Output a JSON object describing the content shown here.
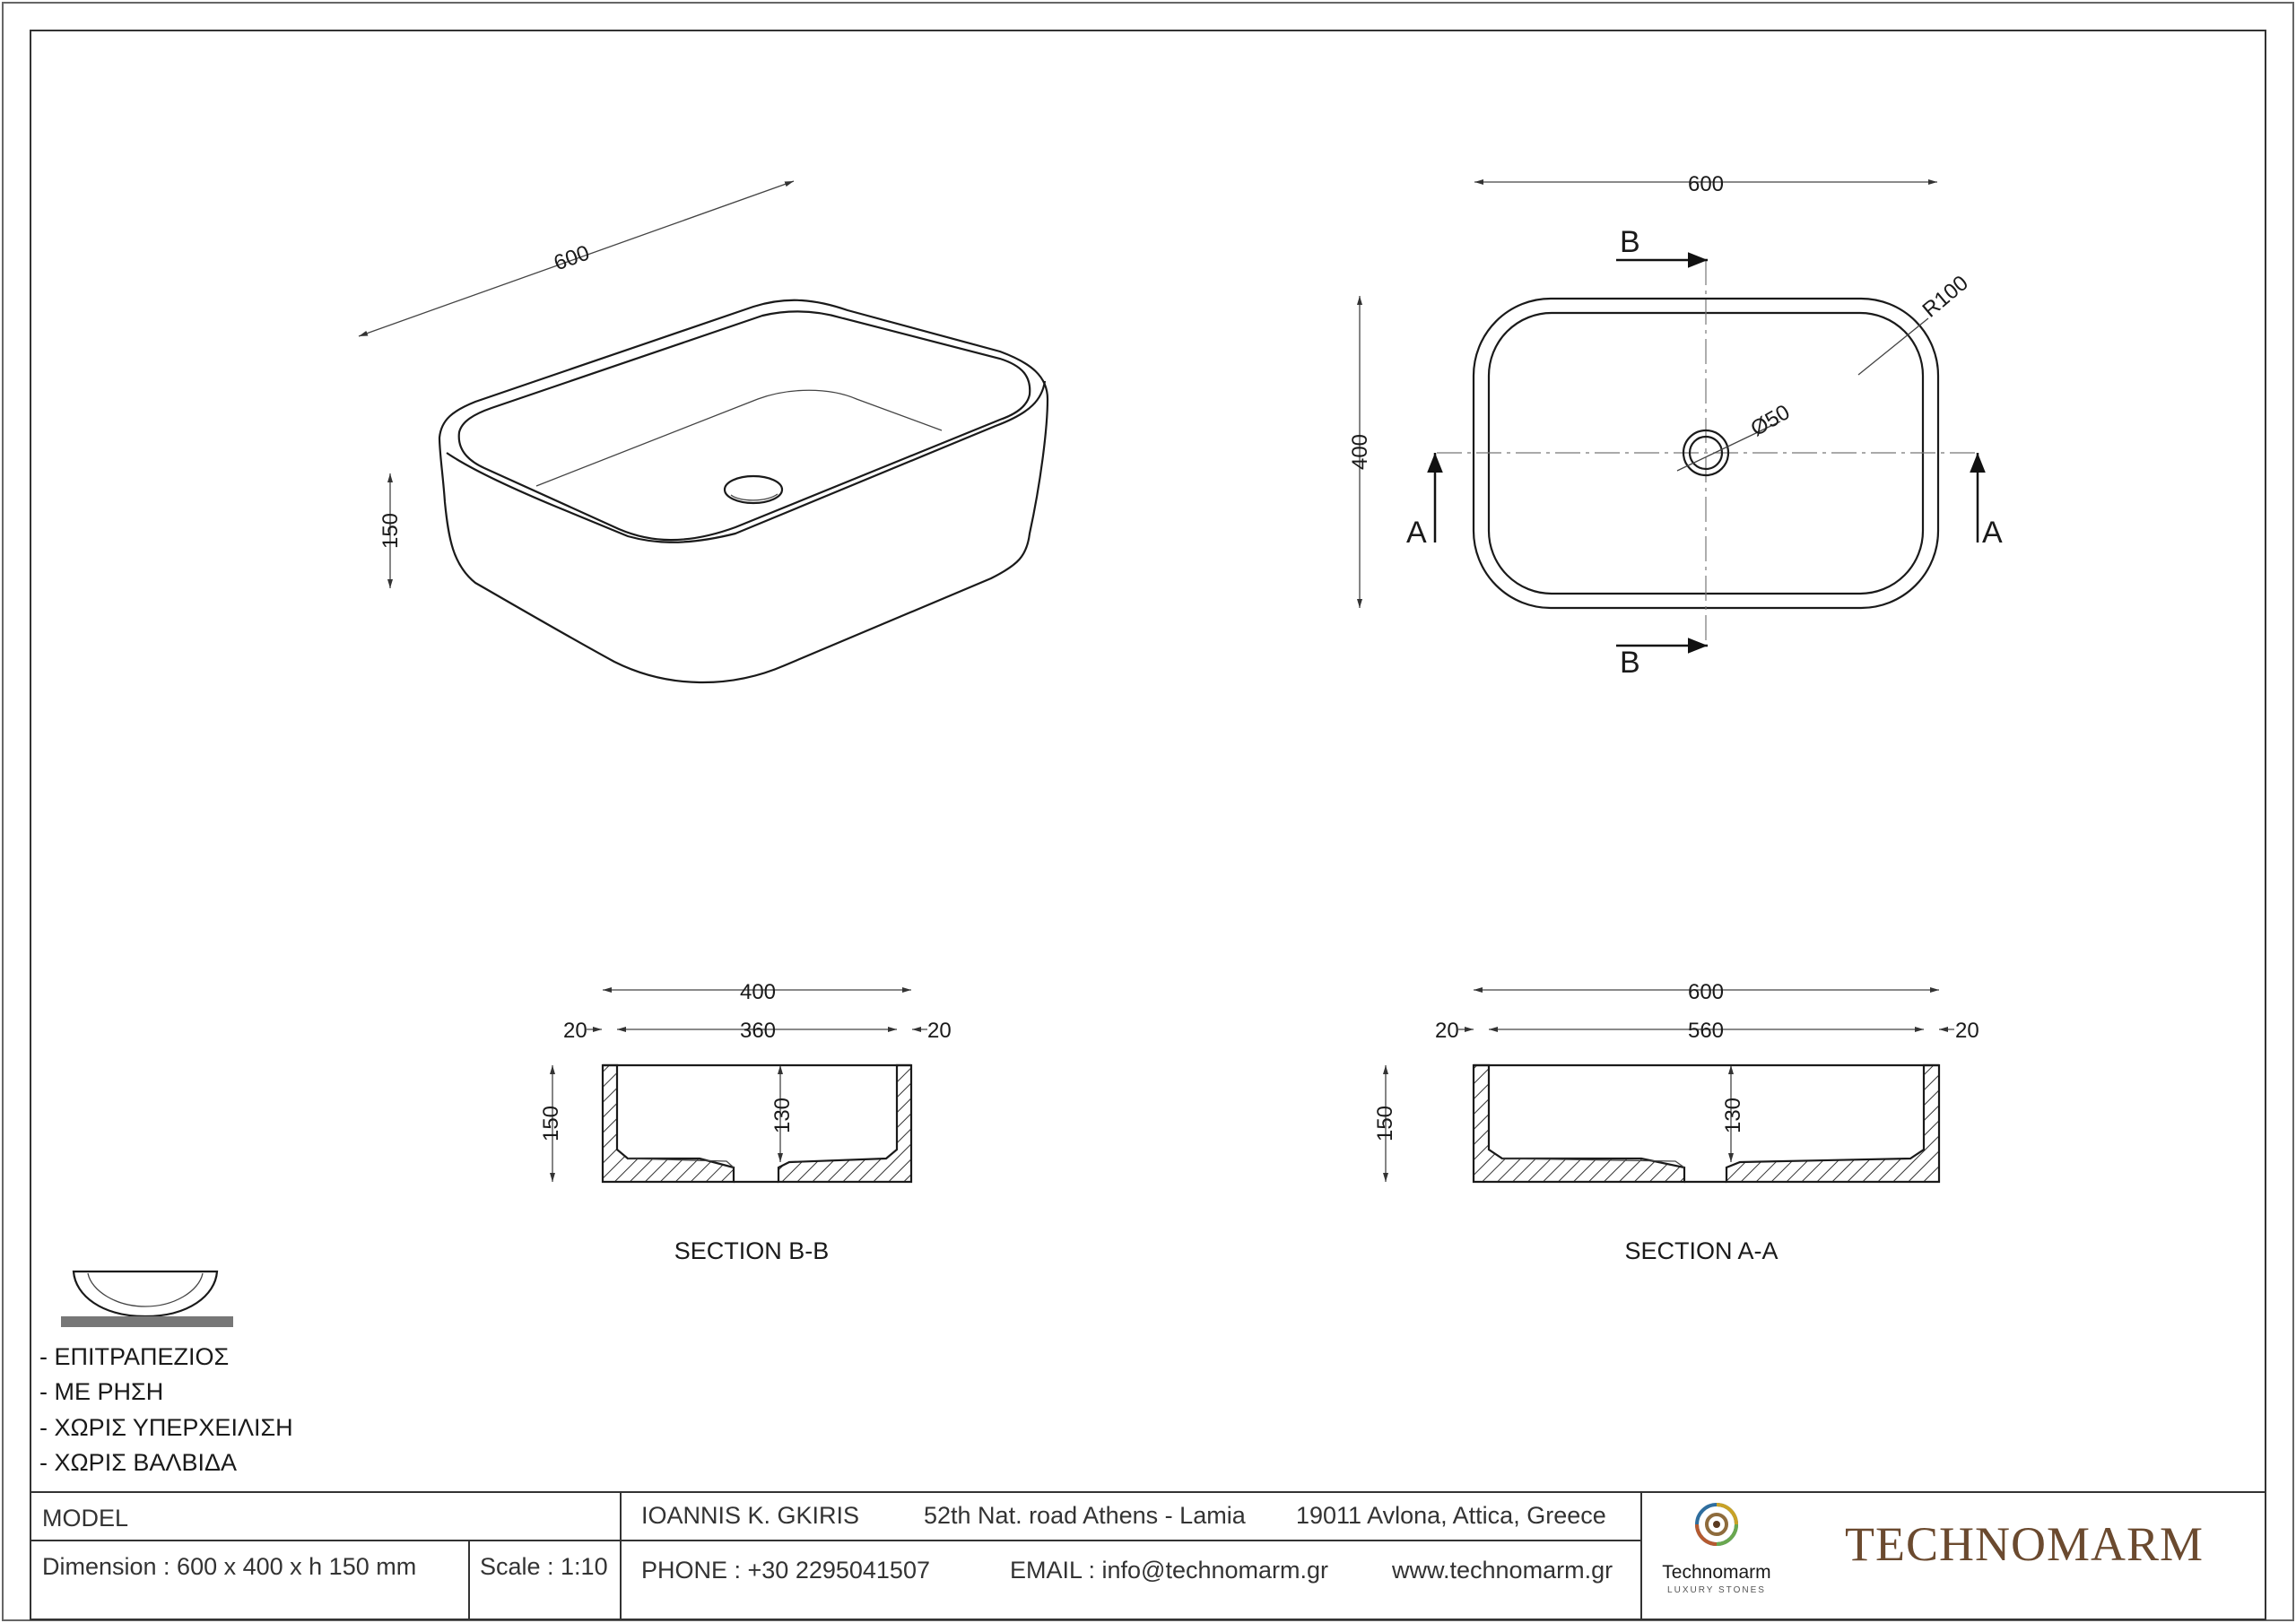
{
  "isometric": {
    "dim_length": "600",
    "dim_height": "150"
  },
  "top_view": {
    "dim_width": "600",
    "dim_depth": "400",
    "radius": "R100",
    "drain": "Ø50",
    "section_a": "A",
    "section_b": "B"
  },
  "section_bb": {
    "title": "SECTION  B-B",
    "overall": "400",
    "inner": "360",
    "wall_left": "20",
    "wall_right": "20",
    "height": "150",
    "inner_height": "130"
  },
  "section_aa": {
    "title": "SECTION  A-A",
    "overall": "600",
    "inner": "560",
    "wall_left": "20",
    "wall_right": "20",
    "height": "150",
    "inner_height": "130"
  },
  "features": [
    "- ΕΠΙΤΡΑΠΕΖΙΟΣ",
    "-  ΜΕ ΡΗΣΗ",
    "-  ΧΩΡΙΣ ΥΠΕΡΧΕΙΛΙΣΗ",
    "-  ΧΩΡΙΣ ΒΑΛΒΙΔΑ"
  ],
  "title_block": {
    "model_label": "MODEL",
    "dimension": "Dimension :  600 x 400 x h 150 mm",
    "scale": "Scale : 1:10",
    "name": "IOANNIS K. GKIRIS",
    "road": "52th Nat. road Athens - Lamia",
    "city": "19011 Avlona, Attica, Greece",
    "phone": "PHONE : +30 2295041507",
    "email": "EMAIL : info@technomarm.gr",
    "web": "www.technomarm.gr",
    "logo_name": "Technomarm",
    "logo_sub": "LUXURY STONES",
    "brand": "TECHNOMARM"
  },
  "colors": {
    "brand": "#6b4a2f",
    "line": "#1a1a1a",
    "hatch": "#333333"
  }
}
